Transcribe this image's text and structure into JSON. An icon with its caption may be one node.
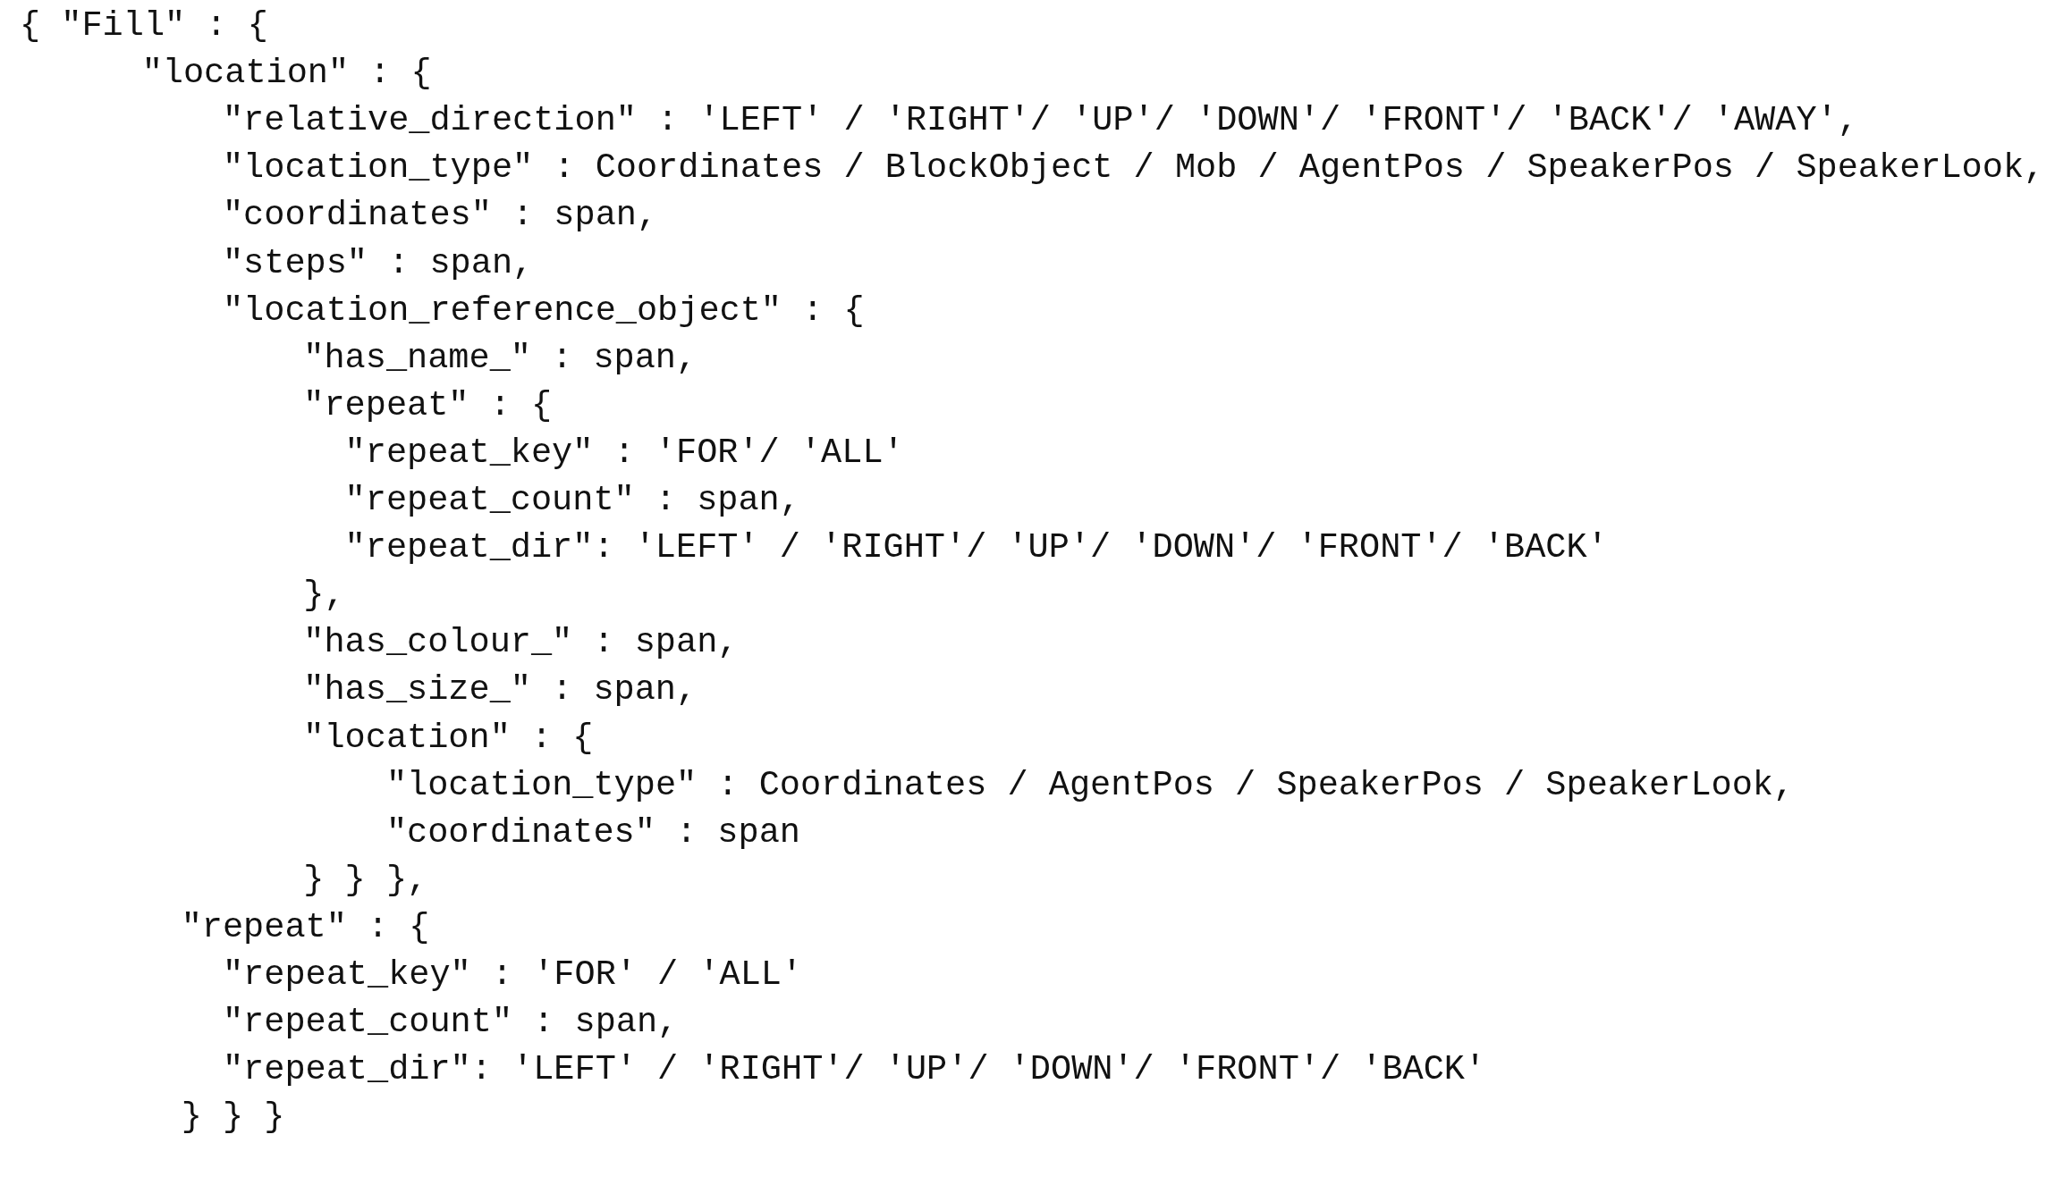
{
  "diagram": {
    "labels": [
      "{ \"Fill\" : {",
      "\"location\" : {",
      "\"relative_direction\" : 'LEFT' / 'RIGHT'/ 'UP'/ 'DOWN'/ 'FRONT'/ 'BACK'/ 'AWAY',",
      "\"location_type\" : Coordinates / BlockObject / Mob / AgentPos / SpeakerPos / SpeakerLook,",
      "\"coordinates\" : span,",
      "\"steps\" : span,",
      "\"location_reference_object\" : {",
      "\"has_name_\" : span,",
      "\"repeat\" : {",
      "\"repeat_key\" : 'FOR'/ 'ALL'",
      "\"repeat_count\" : span,",
      "\"repeat_dir\": 'LEFT' / 'RIGHT'/ 'UP'/ 'DOWN'/ 'FRONT'/ 'BACK'",
      "},",
      "\"has_colour_\" : span,",
      "\"has_size_\" : span,",
      "\"location\" : {",
      "\"location_type\" : Coordinates / AgentPos / SpeakerPos / SpeakerLook,",
      "\"coordinates\" : span",
      "} } },",
      "\"repeat\" : {",
      "\"repeat_key\" : 'FOR' / 'ALL'",
      "\"repeat_count\" : span,",
      "\"repeat_dir\": 'LEFT' / 'RIGHT'/ 'UP'/ 'DOWN'/ 'FRONT'/ 'BACK'",
      "} } }"
    ]
  }
}
